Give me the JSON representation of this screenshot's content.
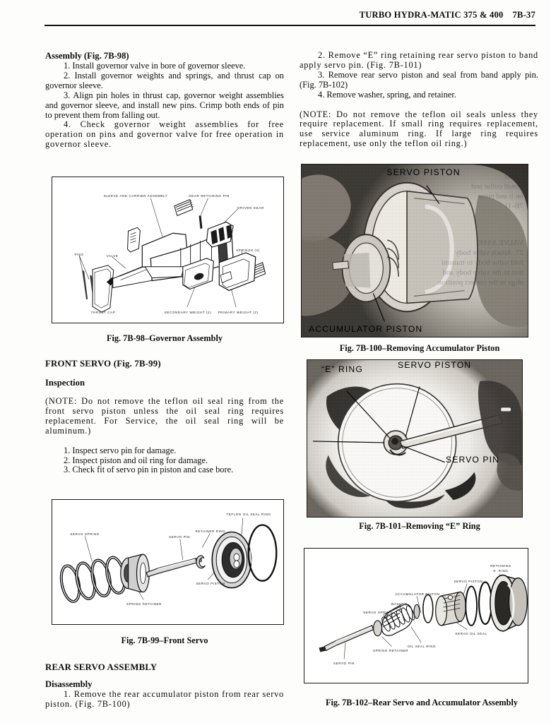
{
  "header": {
    "title": "TURBO HYDRA-MATIC 375 & 400",
    "page_number": "7B-37"
  },
  "left_column": {
    "assembly_heading": "Assembly (Fig. 7B-98)",
    "assembly_steps": [
      "1.  Install governor valve in bore of governor sleeve.",
      "2. Install governor weights and springs, and thrust cap on governor sleeve.",
      "3. Align pin holes in thrust cap, governor weight assemblies and governor sleeve, and install new pins. Crimp both ends of pin to prevent them from falling out.",
      "4. Check governor weight assemblies for free operation on pins and governor valve for free operation in governor sleeve."
    ],
    "front_servo_heading": "FRONT SERVO (Fig. 7B-99)",
    "inspection_heading": "Inspection",
    "inspection_note": "(NOTE: Do not remove the teflon oil seal ring from the front servo piston unless the oil seal ring requires replacement. For Service, the oil seal ring will be aluminum.)",
    "inspection_steps": [
      "1.  Inspect servo pin for damage.",
      "2. Inspect piston and oil ring for damage.",
      "3. Check fit of servo pin in piston and case bore."
    ],
    "rear_servo_heading": "REAR SERVO ASSEMBLY",
    "disassembly_heading": "Disassembly",
    "disassembly_step1": "1. Remove the rear accumulator piston from rear servo piston. (Fig. 7B-100)"
  },
  "right_column": {
    "steps": [
      "2. Remove “E” ring retaining rear servo piston to band apply servo pin. (Fig. 7B-101)",
      "3. Remove rear servo piston and seal from band apply pin. (Fig. 7B-102)",
      "4. Remove washer, spring, and retainer."
    ],
    "note": "(NOTE: Do not remove the teflon oil seals unless they require replacement. If small ring requires replacement, use service aluminum ring. If large ring requires replacement, use only the teflon oil ring.)"
  },
  "figures": {
    "fig_7b_98": {
      "caption": "Fig. 7B-98–Governor Assembly",
      "labels": [
        "SLEEVE AND CARRIER ASSEMBLY",
        "GEAR RETAINING PIN",
        "DRIVEN GEAR",
        "SPRINGS (2)",
        "PINS",
        "VALVE",
        "THRUST CAP",
        "SECONDARY WEIGHT (2)",
        "PRIMARY WEIGHT (2)"
      ]
    },
    "fig_7b_99": {
      "caption": "Fig. 7B-99–Front Servo",
      "labels": [
        "TEFLON OIL SEAL RING",
        "RETAINER RING",
        "SERVO PIN",
        "SERVO SPRING",
        "SPRING RETAINER",
        "SERVO PISTON"
      ]
    },
    "fig_7b_100": {
      "caption": "Fig. 7B-100–Removing Accumulator Piston",
      "labels": [
        "SERVO PISTON",
        "ACCUMULATOR PISTON"
      ]
    },
    "fig_7b_101": {
      "caption": "Fig. 7B-101–Removing “E” Ring",
      "labels": [
        "“E” RING",
        "SERVO PISTON",
        "SERVO PIN"
      ]
    },
    "fig_7b_102": {
      "caption": "Fig. 7B-102–Rear Servo and Accumulator Assembly",
      "labels": [
        "RETAINING\nE  RING",
        "SERVO PISTON",
        "ACCUMULATOR PISTON",
        "WASHER",
        "SERVO SPRING",
        "SERVO OIL SEAL",
        "OIL SEAL RING",
        "SPRING RETAINER",
        "SERVO PIN"
      ]
    }
  }
}
